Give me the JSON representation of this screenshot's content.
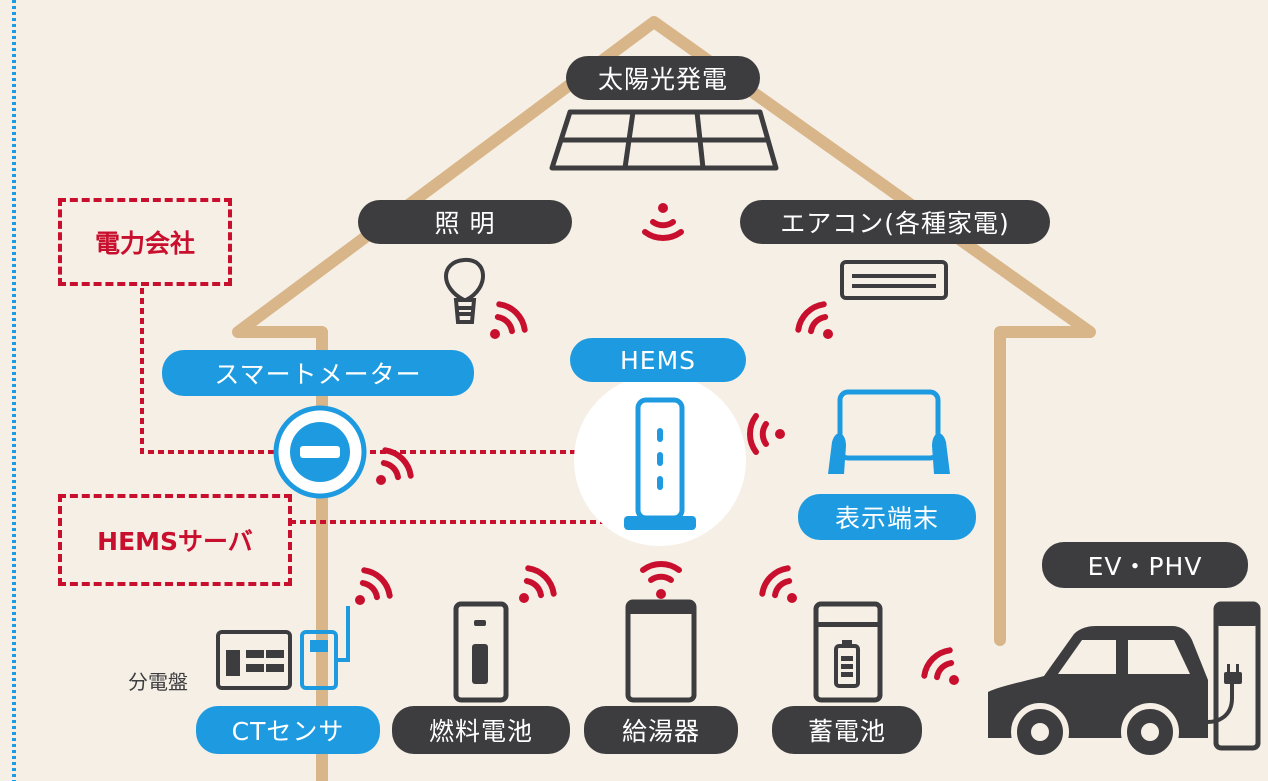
{
  "labels": {
    "solar": "太陽光発電",
    "lighting": "照 明",
    "aircon": "エアコン(各種家電)",
    "power_company": "電力会社",
    "smart_meter": "スマートメーター",
    "hems": "HEMS",
    "display_terminal": "表示端末",
    "hems_server": "HEMSサーバ",
    "ev_phv": "EV・PHV",
    "distribution_board": "分電盤",
    "ct_sensor": "CTセンサ",
    "fuel_cell": "燃料電池",
    "water_heater": "給湯器",
    "storage_battery": "蓄電池"
  },
  "colors": {
    "background": "#f6efe6",
    "house_outline": "#d9b68a",
    "dark_pill": "#3d3d3f",
    "blue_pill": "#1e9be0",
    "wireless_signal": "#c8102e",
    "connection_line": "#c8102e"
  },
  "icons": [
    "solar-panel-icon",
    "light-bulb-icon",
    "air-conditioner-icon",
    "smart-meter-icon",
    "hems-router-icon",
    "tablet-icon",
    "distribution-board-icon",
    "ct-sensor-icon",
    "fuel-cell-icon",
    "water-heater-icon",
    "battery-icon",
    "car-icon",
    "charger-icon",
    "wireless-signal-icon"
  ]
}
